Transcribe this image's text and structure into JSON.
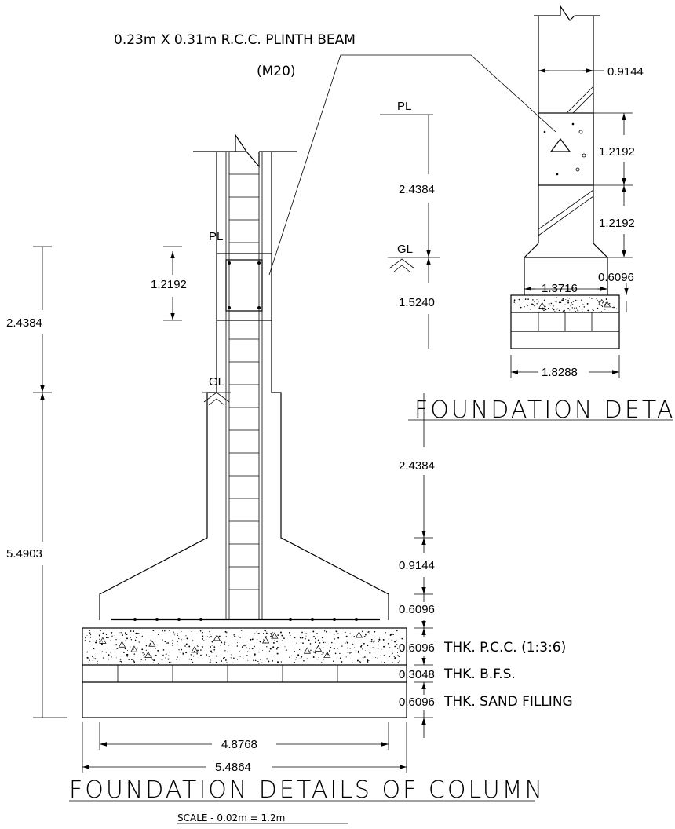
{
  "callout": {
    "beam_label": "0.23m X 0.31m R.C.C. PLINTH BEAM",
    "grade": "(M20)"
  },
  "main_view": {
    "pl_label": "PL",
    "gl_label": "GL",
    "dim_plinth_beam": "1.2192",
    "dim_upper_height": "2.4384",
    "dim_total_height": "5.4903",
    "dim_col_stem": "2.4384",
    "dim_pedestal_taper": "0.9144",
    "dim_footing_edge": "0.6096",
    "dim_pcc": "0.6096",
    "dim_bfs": "0.3048",
    "dim_sand": "0.6096",
    "label_pcc": "THK. P.C.C. (1:3:6)",
    "label_bfs": "THK. B.F.S.",
    "label_sand": "THK. SAND FILLING",
    "dim_footing_width": "4.8768",
    "dim_base_width": "5.4864",
    "title": "FOUNDATION DETAILS OF COLUMN",
    "scale": "SCALE - 0.02m = 1.2m"
  },
  "detail_view": {
    "pl_label": "PL",
    "gl_label": "GL",
    "dim_pl_gl": "2.4384",
    "dim_below_gl": "1.5240",
    "dim_wall_width": "0.9144",
    "dim_beam_depth": "1.2192",
    "dim_lower": "1.2192",
    "dim_footing_top": "1.3716",
    "dim_pcc_thk": "0.6096",
    "dim_base": "1.8288",
    "title": "FOUNDATION DETAIL"
  }
}
